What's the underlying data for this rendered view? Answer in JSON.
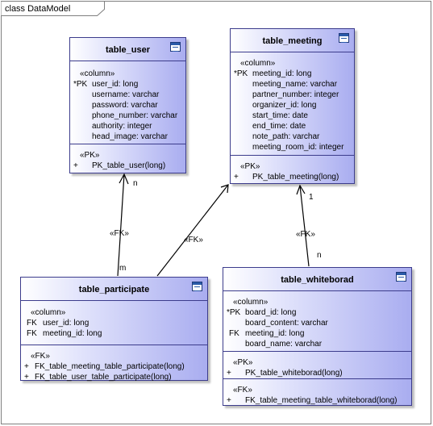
{
  "frame": {
    "title": "class DataModel"
  },
  "classes": {
    "user": {
      "name": "table_user",
      "columns_stereotype": "«column»",
      "columns": [
        {
          "prefix": "*PK",
          "text": "user_id: long"
        },
        {
          "prefix": "",
          "text": "username: varchar"
        },
        {
          "prefix": "",
          "text": "password: varchar"
        },
        {
          "prefix": "",
          "text": "phone_number: varchar"
        },
        {
          "prefix": "",
          "text": "authority: integer"
        },
        {
          "prefix": "",
          "text": "head_image: varchar"
        }
      ],
      "pk_stereotype": "«PK»",
      "pk": [
        {
          "prefix": "+",
          "text": "PK_table_user(long)"
        }
      ]
    },
    "meeting": {
      "name": "table_meeting",
      "columns_stereotype": "«column»",
      "columns": [
        {
          "prefix": "*PK",
          "text": "meeting_id: long"
        },
        {
          "prefix": "",
          "text": "meeting_name: varchar"
        },
        {
          "prefix": "",
          "text": "partner_number: integer"
        },
        {
          "prefix": "",
          "text": "organizer_id: long"
        },
        {
          "prefix": "",
          "text": "start_time: date"
        },
        {
          "prefix": "",
          "text": "end_time: date"
        },
        {
          "prefix": "",
          "text": "note_path: varchar"
        },
        {
          "prefix": "",
          "text": "meeting_room_id: integer"
        }
      ],
      "pk_stereotype": "«PK»",
      "pk": [
        {
          "prefix": "+",
          "text": "PK_table_meeting(long)"
        }
      ]
    },
    "participate": {
      "name": "table_participate",
      "columns_stereotype": "«column»",
      "columns": [
        {
          "prefix": "FK",
          "text": "user_id: long"
        },
        {
          "prefix": "FK",
          "text": "meeting_id: long"
        }
      ],
      "fk_stereotype": "«FK»",
      "fk": [
        {
          "prefix": "+",
          "text": "FK_table_meeting_table_participate(long)"
        },
        {
          "prefix": "+",
          "text": "FK_table_user_table_participate(long)"
        }
      ]
    },
    "whiteboard": {
      "name": "table_whiteborad",
      "columns_stereotype": "«column»",
      "columns": [
        {
          "prefix": "*PK",
          "text": "board_id: long"
        },
        {
          "prefix": "",
          "text": "board_content: varchar"
        },
        {
          "prefix": "FK",
          "text": "meeting_id: long"
        },
        {
          "prefix": "",
          "text": "board_name: varchar"
        }
      ],
      "pk_stereotype": "«PK»",
      "pk": [
        {
          "prefix": "+",
          "text": "PK_table_whiteborad(long)"
        }
      ],
      "fk_stereotype": "«FK»",
      "fk": [
        {
          "prefix": "+",
          "text": "FK_table_meeting_table_whiteborad(long)"
        }
      ]
    }
  },
  "relations": [
    {
      "stereotype": "«FK»",
      "target_mult": "n",
      "source_mult": "m"
    },
    {
      "stereotype": "«FK»"
    },
    {
      "stereotype": "«FK»",
      "target_mult": "1",
      "source_mult": "n"
    }
  ]
}
